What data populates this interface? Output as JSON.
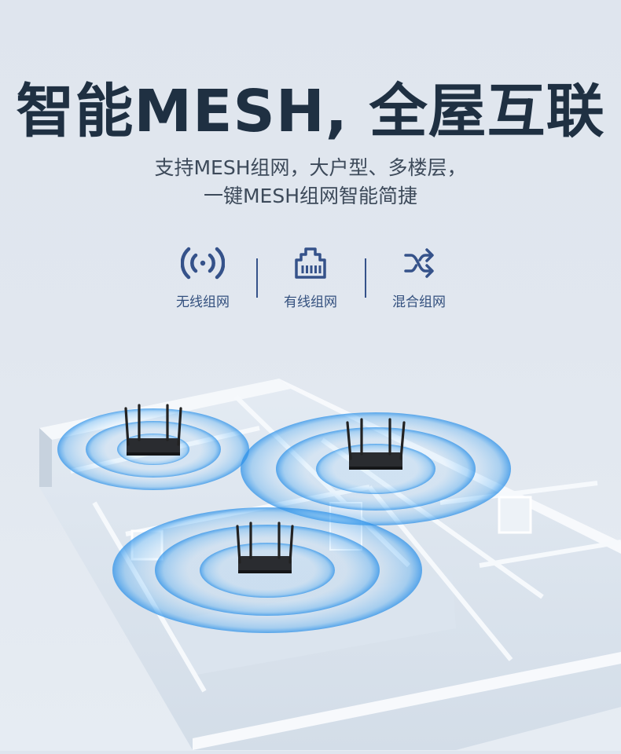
{
  "headline": "智能MESH, 全屋互联",
  "subtitle": {
    "line1": "支持MESH组网，大户型、多楼层，",
    "line2": "一键MESH组网智能简捷"
  },
  "features": [
    {
      "icon": "wireless-signal-icon",
      "label": "无线组网"
    },
    {
      "icon": "ethernet-port-icon",
      "label": "有线组网"
    },
    {
      "icon": "shuffle-icon",
      "label": "混合组网"
    }
  ],
  "colors": {
    "background": "#e1e7ef",
    "headline": "#1f3042",
    "accent": "#35528a",
    "signal": "#3fa2f0"
  },
  "illustration": {
    "description": "3D isometric floor plan of an apartment with three routers, each emitting concentric blue wifi signal rings",
    "router_count": 3
  }
}
